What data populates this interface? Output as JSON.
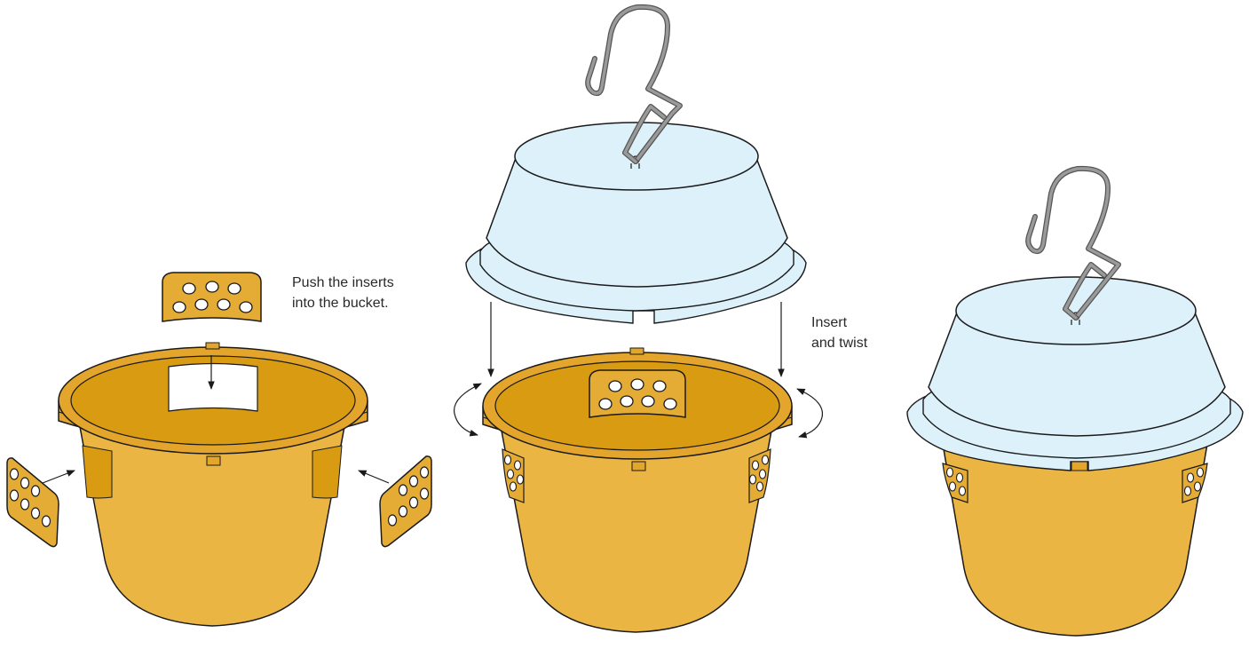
{
  "instructions": {
    "step1_lines": [
      "Push the inserts",
      "into the bucket."
    ],
    "step2_lines": [
      "Insert",
      "and twist"
    ]
  },
  "colors": {
    "bucket_body": "#EBB544",
    "bucket_rim": "#E3A52C",
    "bucket_inner": "#D89B12",
    "insert_fill": "#E5AC35",
    "lid_fill": "#DDF1FA",
    "outline": "#1A1A1A",
    "hook": "#8C8C8C"
  },
  "icons": [
    "bucket",
    "lid",
    "hanging-hook",
    "insert-plate",
    "push-arrow",
    "twist-arrow"
  ]
}
